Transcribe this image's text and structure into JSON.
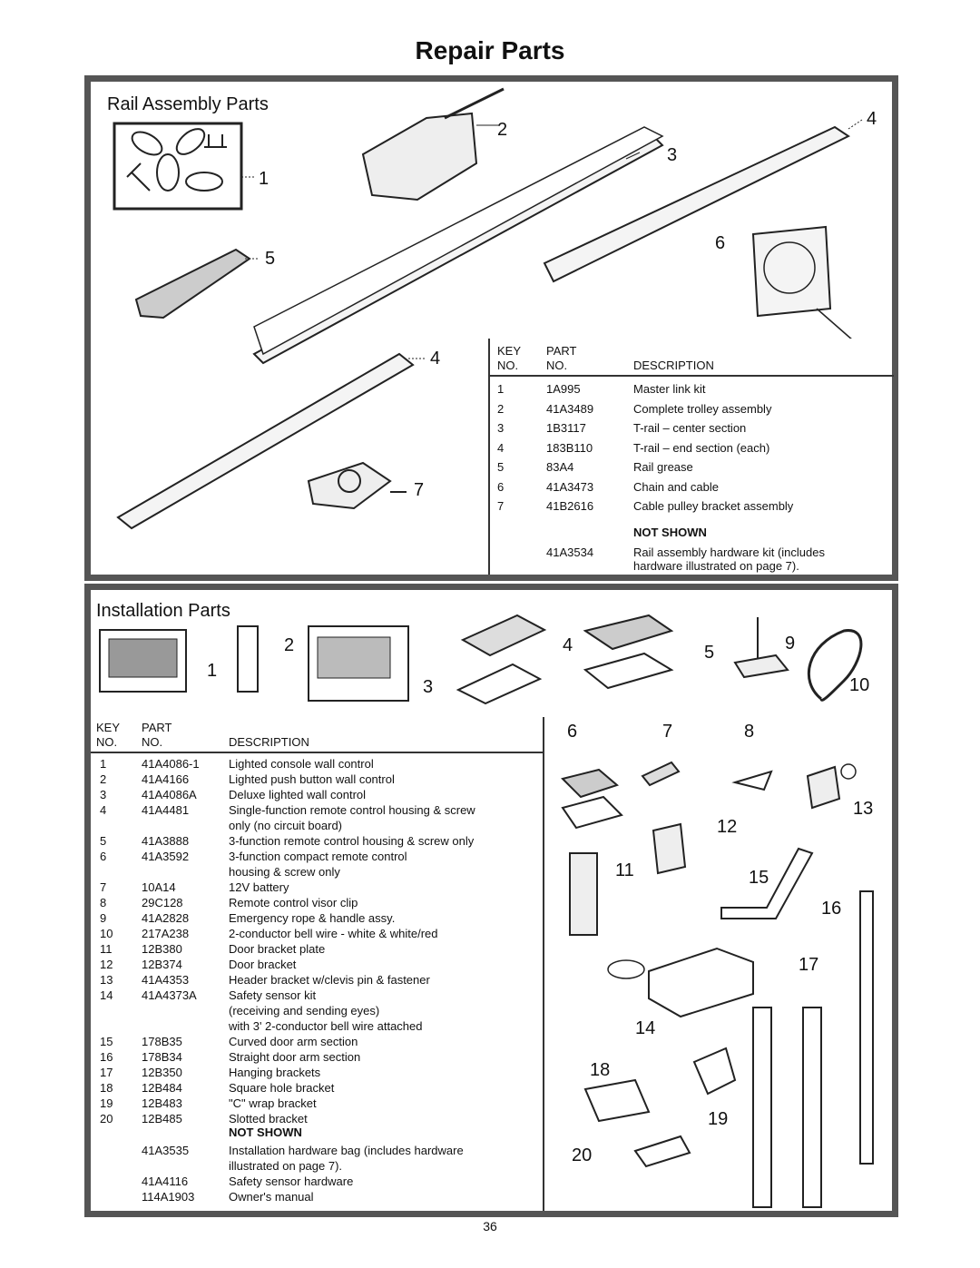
{
  "title": "Repair Parts",
  "rail": {
    "section_title": "Rail Assembly Parts",
    "callouts": [
      "1",
      "2",
      "3",
      "4",
      "4",
      "5",
      "6",
      "7"
    ],
    "headers": {
      "key": "KEY",
      "no1": "NO.",
      "part": "PART",
      "no2": "NO.",
      "desc": "DESCRIPTION"
    },
    "rows": [
      {
        "key": "1",
        "part": "1A995",
        "desc": "Master link kit"
      },
      {
        "key": "2",
        "part": "41A3489",
        "desc": "Complete trolley assembly"
      },
      {
        "key": "3",
        "part": "1B3117",
        "desc": "T-rail – center section"
      },
      {
        "key": "4",
        "part": "183B110",
        "desc": "T-rail – end section (each)"
      },
      {
        "key": "5",
        "part": "83A4",
        "desc": "Rail grease"
      },
      {
        "key": "6",
        "part": "41A3473",
        "desc": "Chain and cable"
      },
      {
        "key": "7",
        "part": "41B2616",
        "desc": "Cable pulley bracket assembly"
      }
    ],
    "not_shown_label": "NOT SHOWN",
    "not_shown": {
      "part": "41A3534",
      "desc1": "Rail assembly hardware kit (includes",
      "desc2": "hardware illustrated on  page 7)."
    }
  },
  "inst": {
    "section_title": "Installation Parts",
    "callouts": [
      "1",
      "2",
      "3",
      "4",
      "5",
      "9",
      "10",
      "6",
      "7",
      "8",
      "13",
      "12",
      "11",
      "15",
      "16",
      "17",
      "14",
      "18",
      "19",
      "20"
    ],
    "headers": {
      "key": "KEY",
      "no1": "NO.",
      "part": "PART",
      "no2": "NO.",
      "desc": "DESCRIPTION"
    },
    "rows": [
      {
        "key": "1",
        "part": "41A4086-1",
        "desc": "Lighted console wall control"
      },
      {
        "key": "2",
        "part": "41A4166",
        "desc": "Lighted push button wall control"
      },
      {
        "key": "3",
        "part": "41A4086A",
        "desc": "Deluxe lighted wall control"
      },
      {
        "key": "4",
        "part": "41A4481",
        "desc": "Single-function remote control housing & screw"
      },
      {
        "key": "",
        "part": "",
        "desc": "only (no circuit board)"
      },
      {
        "key": "5",
        "part": "41A3888",
        "desc": "3-function remote control housing & screw only"
      },
      {
        "key": "6",
        "part": "41A3592",
        "desc": "3-function compact remote control"
      },
      {
        "key": "",
        "part": "",
        "desc": "housing & screw only"
      },
      {
        "key": "7",
        "part": "10A14",
        "desc": "12V battery"
      },
      {
        "key": "8",
        "part": "29C128",
        "desc": "Remote control visor clip"
      },
      {
        "key": "9",
        "part": "41A2828",
        "desc": "Emergency rope & handle assy."
      },
      {
        "key": "10",
        "part": "217A238",
        "desc": "2-conductor bell wire - white & white/red"
      },
      {
        "key": "11",
        "part": "12B380",
        "desc": "Door bracket plate"
      },
      {
        "key": "12",
        "part": "12B374",
        "desc": "Door bracket"
      },
      {
        "key": "13",
        "part": "41A4353",
        "desc": "Header bracket w/clevis pin & fastener"
      },
      {
        "key": "14",
        "part": "41A4373A",
        "desc": "Safety sensor kit"
      },
      {
        "key": "",
        "part": "",
        "desc": "(receiving and sending eyes)"
      },
      {
        "key": "",
        "part": "",
        "desc": "with 3' 2-conductor bell wire attached"
      },
      {
        "key": "15",
        "part": "178B35",
        "desc": "Curved door arm section"
      },
      {
        "key": "16",
        "part": "178B34",
        "desc": "Straight door arm section"
      },
      {
        "key": "17",
        "part": "12B350",
        "desc": "Hanging brackets"
      },
      {
        "key": "18",
        "part": "12B484",
        "desc": "Square hole bracket"
      },
      {
        "key": "19",
        "part": "12B483",
        "desc": "\"C\" wrap bracket"
      },
      {
        "key": "20",
        "part": "12B485",
        "desc": "Slotted bracket"
      }
    ],
    "not_shown_label": "NOT SHOWN",
    "not_shown": [
      {
        "part": "41A3535",
        "desc": "Installation hardware bag (includes hardware"
      },
      {
        "part": "",
        "desc": "illustrated on page 7)."
      },
      {
        "part": "41A4116",
        "desc": "Safety sensor hardware"
      },
      {
        "part": "114A1903",
        "desc": "Owner's manual"
      }
    ]
  },
  "page_number": "36"
}
